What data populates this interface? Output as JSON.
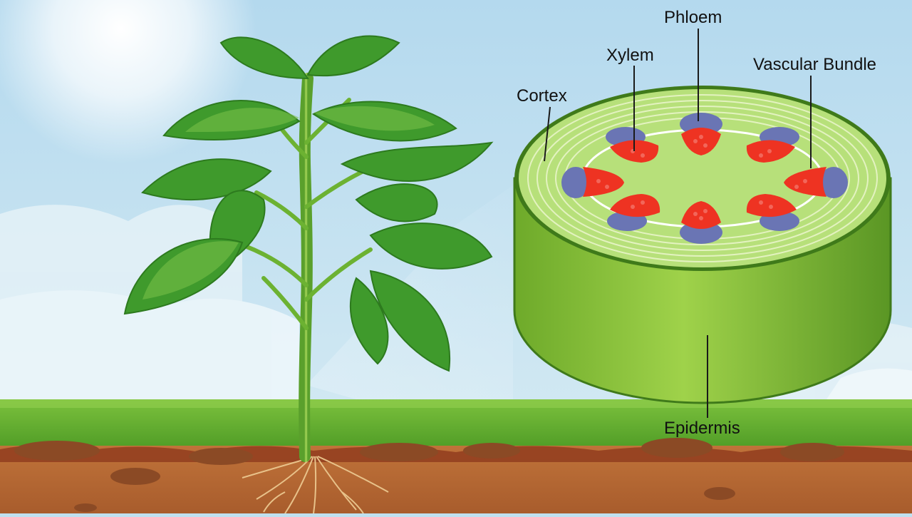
{
  "diagram": {
    "labels": {
      "phloem": "Phloem",
      "xylem": "Xylem",
      "vascular_bundle": "Vascular Bundle",
      "cortex": "Cortex",
      "epidermis": "Epidermis"
    }
  },
  "colors": {
    "sky": "#bfe0ef",
    "grass": "#5fae2e",
    "soil": "#b86a35",
    "leaf": "#3f9a2c",
    "stem_side": "#86c23a",
    "stem_top": "#b7e07a",
    "phloem": "#6a75b4",
    "xylem": "#ee3322"
  }
}
